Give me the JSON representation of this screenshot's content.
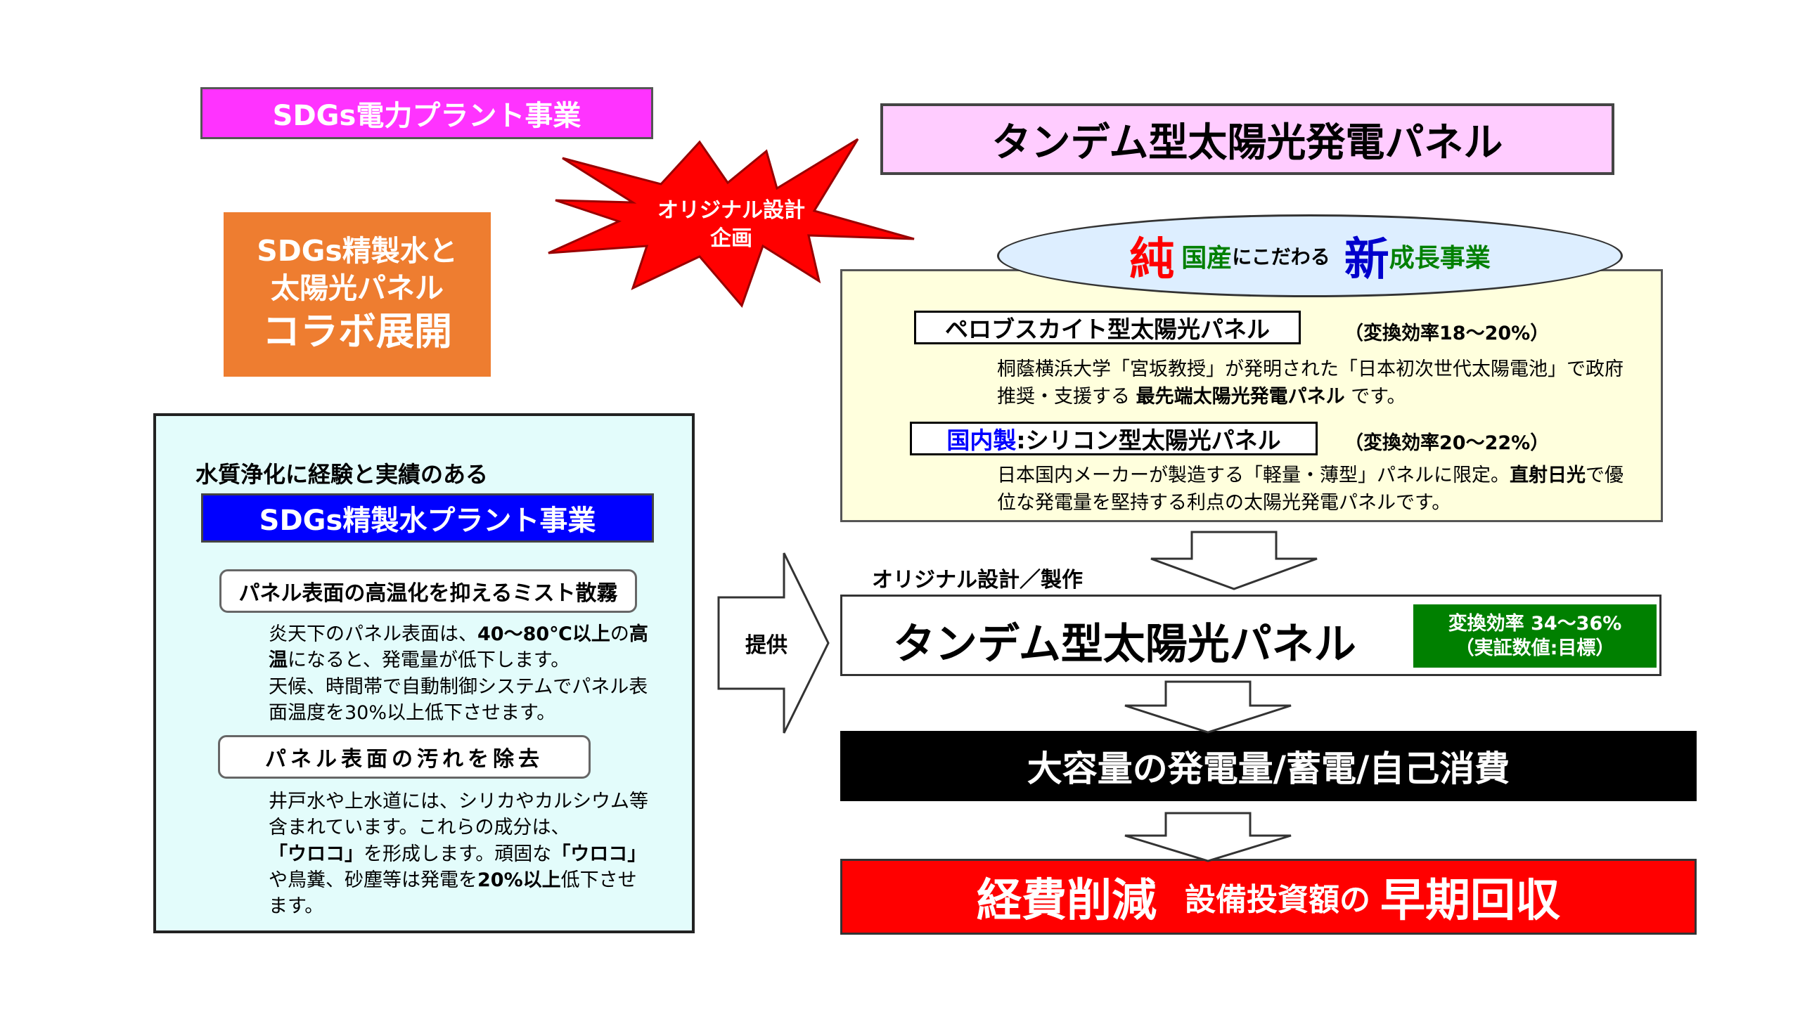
{
  "left": {
    "plant_label": "SDGs電力プラント事業",
    "collab": {
      "line1": "SDGs精製水と",
      "line2": "太陽光パネル",
      "line3": "コラボ展開"
    },
    "panel": {
      "experience": "水質浄化に経験と実績のある",
      "water_plant": "SDGs精製水プラント事業",
      "mist_label": "パネル表面の高温化を抑えるミスト散霧",
      "mist_text": {
        "p1a": "炎天下のパネル表面は、",
        "p1b": "40～80℃以上",
        "p1c": "の",
        "p1d": "高温",
        "p1e": "になると、発電量が低下します。",
        "p2": "天候、時間帯で自動制御システムでパネル表面温度を30%以上低下させます。"
      },
      "dirt_label": "パネル表面の汚れを除去",
      "dirt_text": {
        "a": "井戸水や上水道には、シリカやカルシウム等含まれています。これらの成分は、",
        "b": "「ウロコ」",
        "c": "を形成します。頑固な",
        "d": "「ウロコ」",
        "e": "や鳥糞、砂塵等は発電を",
        "f": "20%以上",
        "g": "低下させます。"
      }
    }
  },
  "starburst": {
    "line1": "オリジナル設計",
    "line2": "企画"
  },
  "right": {
    "title": "タンデム型太陽光発電パネル",
    "oval": {
      "c1": "純",
      "c2": "国産",
      "c3": "にこだわる",
      "c4": "新",
      "c5": "成長事業"
    },
    "perovskite": {
      "label": "ペロブスカイト型太陽光パネル",
      "efficiency": "（変換効率18～20%）",
      "desc_a": "桐蔭横浜大学「宮坂教授」が発明された「日本初次世代太陽電池」で政府推奨・支援する",
      "desc_b": "最先端太陽光発電パネル",
      "desc_c": "です。"
    },
    "silicon": {
      "label_a": "国内製",
      "label_b": ":シリコン型太陽光パネル",
      "efficiency": "（変換効率20～22%）",
      "desc_a": "日本国内メーカーが製造する「軽量・薄型」パネルに限定。",
      "desc_b": "直射日光",
      "desc_c": "で優位な発電量を堅持する利点の太陽光発電パネルです。"
    },
    "provide": "提供",
    "design": "オリジナル設計／製作",
    "tandem_name": "タンデム型太陽光パネル",
    "tandem_eff": {
      "line1": "変換効率 34～36%",
      "line2": "（実証数値:目標）"
    },
    "storage": "大容量の発電量/蓄電/自己消費",
    "result": {
      "a": "経費削減",
      "b": "設備投資額の",
      "c": "早期回収"
    }
  },
  "colors": {
    "magenta": "#ff33ff",
    "pink": "#ffccff",
    "orange": "#ee7d30",
    "blue": "#0000ff",
    "light_cyan": "#e3fcfb",
    "light_yellow": "#ffffdd",
    "green": "#008000",
    "red": "#ff0000",
    "oval_red": "#ff0000",
    "oval_blue": "#0000cc",
    "oval_green": "#008000"
  }
}
